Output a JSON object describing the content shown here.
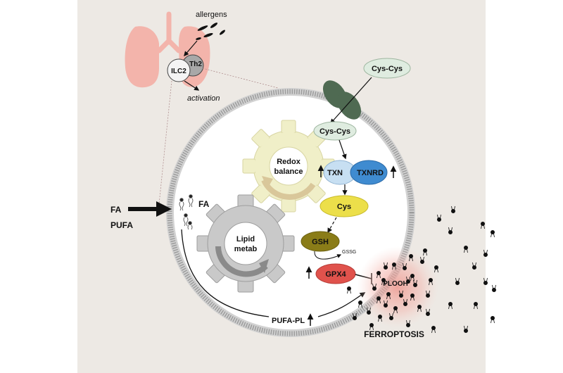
{
  "labels": {
    "allergens": "allergens",
    "ilc2": "ILC2",
    "th2": "Th2",
    "activation": "activation",
    "cys_cys_outside": "Cys-Cys",
    "cys_cys_inside": "Cys-Cys",
    "redox_line1": "Redox",
    "redox_line2": "balance",
    "txn": "TXN",
    "txnrd": "TXNRD",
    "cys": "Cys",
    "gsh": "GSH",
    "gssg": "GSSG",
    "gpx4": "GPX4",
    "plooh": "PLOOH",
    "fa_outside": "FA",
    "pufa_outside": "PUFA",
    "fa_inside": "FA",
    "lipid_line1": "Lipid",
    "lipid_line2": "metab",
    "pufa_pl": "PUFA-PL",
    "ferroptosis": "FERROPTOSIS"
  },
  "colors": {
    "background": "#ede9e4",
    "lung": "#f3b4ab",
    "membrane": "#cfcfcf",
    "cytoplasm": "#ffffff",
    "transporter": "#4f6a52",
    "cys_cys_fill": "#dfece0",
    "redox_gear": "#f0efc8",
    "lipid_gear": "#c9c9c9",
    "txn_fill": "#c7dff2",
    "txnrd_fill": "#3f8bd0",
    "cys_fill": "#ecdf4a",
    "gsh_fill": "#8a7c18",
    "gpx4_fill": "#e0524c",
    "ferroptosis_glow": "#f2a7a0"
  }
}
